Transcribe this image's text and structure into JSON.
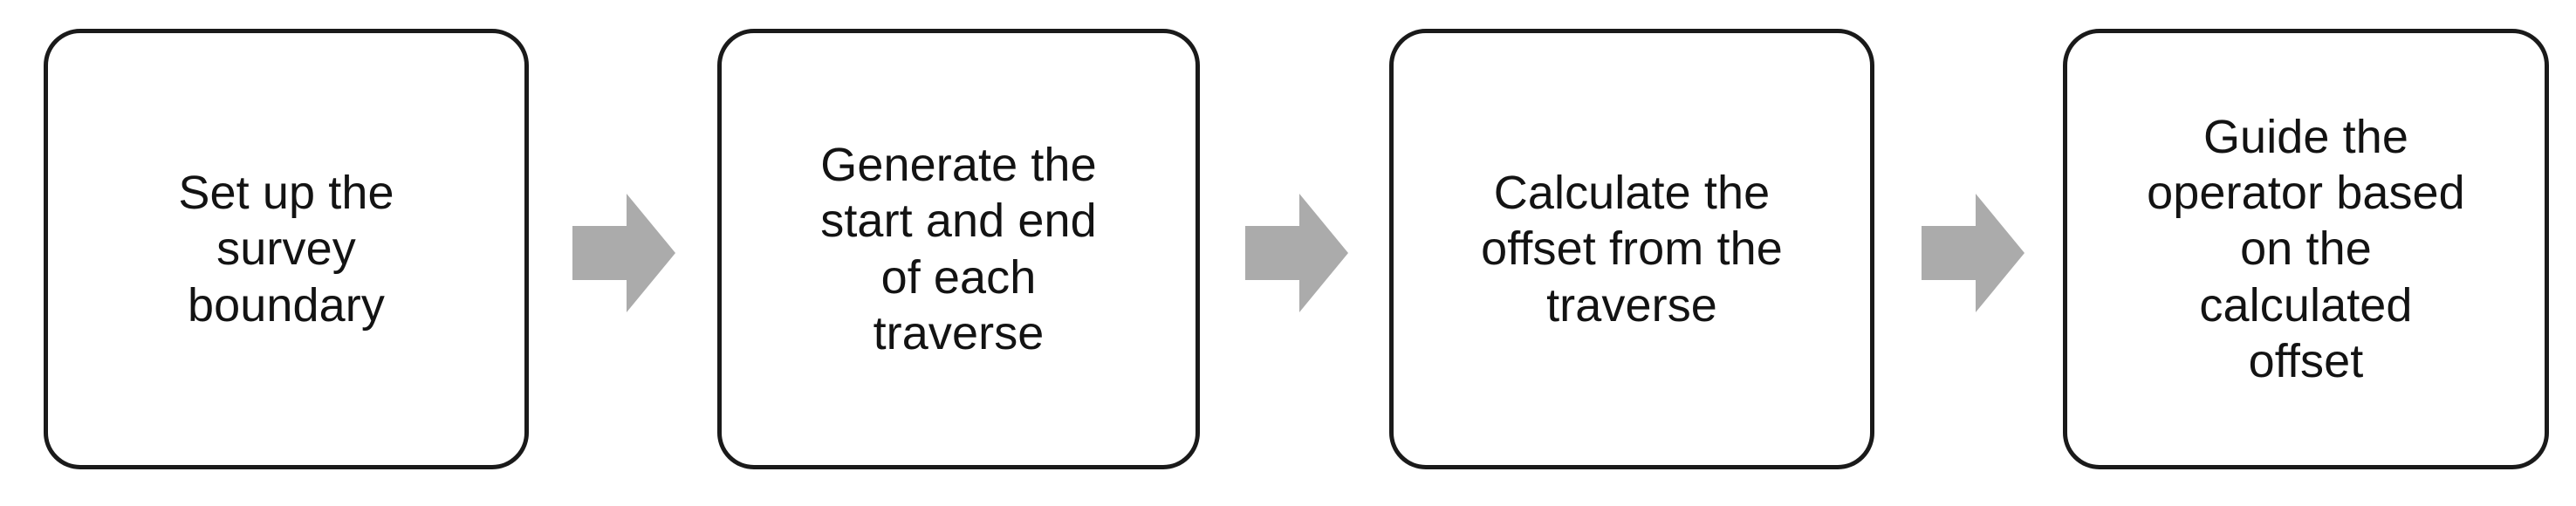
{
  "diagram": {
    "type": "process-flow",
    "orientation": "horizontal",
    "background_color": "#ffffff",
    "box": {
      "fill_color": "#ffffff",
      "border_color": "#1a1a1a",
      "text_color": "#131313"
    },
    "arrow": {
      "fill_color": "#ababab",
      "icon": "right-block-arrow-icon",
      "direction": "right"
    },
    "steps": [
      {
        "index": 1,
        "label": "Set up the\nsurvey\nboundary",
        "lines": [
          "Set up the",
          "survey",
          "boundary"
        ]
      },
      {
        "index": 2,
        "label": "Generate the\nstart and end\nof each\ntraverse",
        "lines": [
          "Generate the",
          "start and end",
          "of each",
          "traverse"
        ]
      },
      {
        "index": 3,
        "label": "Calculate the\noffset from the\ntraverse",
        "lines": [
          "Calculate the",
          "offset from the",
          "traverse"
        ]
      },
      {
        "index": 4,
        "label": "Guide the\noperator based\non the\ncalculated\noffset",
        "lines": [
          "Guide the",
          "operator based",
          "on the",
          "calculated",
          "offset"
        ]
      }
    ],
    "connectors": [
      {
        "index": 1,
        "from_step": 1,
        "to_step": 2
      },
      {
        "index": 2,
        "from_step": 2,
        "to_step": 3
      },
      {
        "index": 3,
        "from_step": 3,
        "to_step": 4
      }
    ]
  }
}
